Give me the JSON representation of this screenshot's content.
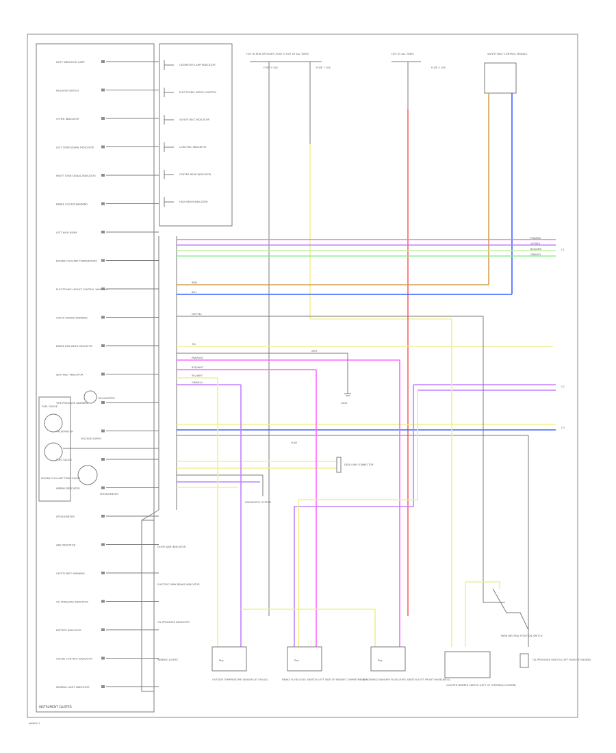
{
  "page": {
    "footer_code": "W6853-1",
    "cluster_label": "INSTRUMENT CLUSTER"
  },
  "cluster_items": [
    "DUTY INDICATOR LAMP",
    "REGISTER SWITCH",
    "OTHER INDICATOR",
    "LEFT TURN SIGNAL INDICATOR",
    "RIGHT TURN SIGNAL INDICATOR",
    "BRAKE SYSTEM WARNING",
    "LEFT HIGH BEAM",
    "ENGINE COOLANT TEMPERATURE",
    "ELECTRONIC HEIGHT CONTROL WARNING",
    "CHECK ENGINE WARNING",
    "BRAKE PAD WEAR INDICATOR",
    "SEAT BELT INDICATOR",
    "TIRE PRESSURE WARNING",
    "TACHOMETER",
    "FUEL GAUGE",
    "AIRBAG INDICATOR",
    "SPEEDOMETER",
    "ABS INDICATOR",
    "SAFETY BELT WARNING",
    "OIL PRESSURE INDICATOR",
    "BATTERY INDICATOR",
    "CRUISE CONTROL INDICATOR",
    "PARKING LIGHT INDICATOR"
  ],
  "gauge_labels": {
    "left_gauge": "FUEL GAUGE",
    "mid_label": "VOLTAGE SUPPLY",
    "lower_label": "ENGINE COOLANT TEMP GAUGE",
    "tach": "TACHOMETER",
    "speedo": "SPEEDOMETER"
  },
  "right_block_items": [
    "ODOMETER LAMP INDICATOR",
    "ELECTRONIC SPEED CONTROL",
    "SAFETY BELT INDICATOR",
    "LOW FUEL INDICATOR",
    "CENTER REAR INDICATOR",
    "HIGH BEAM INDICATOR"
  ],
  "lower_block_items": [
    "DOOR AJAR INDICATOR",
    "ELECTRIC PARK BRAKE INDICATOR",
    "OIL PRESSURE INDICATOR",
    "PARKING LIGHTS"
  ],
  "top_sources": {
    "hot_run": "HOT IN RUN OR START (FUSE 9) HOT AT ALL TIMES",
    "hot_all": "HOT AT ALL TIMES",
    "fuse_a": "FUSE 7 10A",
    "fuse_b": "FUSE 9 10A",
    "fuse_c": "FUSE 3 10A",
    "module": "SAFETY BELT CONTROL MODULE"
  },
  "wire_labels": {
    "pink": "PNK/BLU",
    "violet": "VIO/BLK",
    "lime": "BLK/GRN",
    "green": "GRN/YEL",
    "brown": "BRN",
    "blue": "BLU",
    "gry": "GRY/YEL",
    "yel": "YEL",
    "wht": "WHT",
    "pnk_wht": "PNK/WHT",
    "red_wht": "RED/WHT",
    "yel_wht": "YEL/WHT",
    "grn_blu": "GRN/BLU",
    "ground": "G201",
    "fuse_box": "FUSE"
  },
  "connectors": [
    "C1",
    "C2",
    "C3"
  ],
  "lower_components": {
    "c1": "OUTSIDE TEMPERATURE SENSOR (AT GRILLE)",
    "c2": "BRAKE FLUID LEVEL SWITCH (LEFT SIDE OF ENGINE COMPARTMENT)",
    "c3": "WINDSHIELD WASHER FLUID LEVEL SWITCH (LEFT FRONT WHEELWELL)",
    "c4": "CLUSTER DIMMER SWITCH (LEFT OF STEERING COLUMN)",
    "c5": "PARK NEUTRAL POSITION SWITCH",
    "c6": "OIL PRESSURE SWITCH (LEFT REAR OF ENGINE)",
    "diag": "DIAGNOSTIC SYSTEM",
    "data_link": "DATA LINK CONNECTOR"
  },
  "component_tags": {
    "t1": "Pkg",
    "t2": "Pkg",
    "t3": "Pkg"
  },
  "colors": {
    "pink": "#ff66ff",
    "violet": "#c080ff",
    "lime": "#b8f0a0",
    "green": "#90ee90",
    "brown": "#d4a050",
    "blue": "#4060ff",
    "yellow": "#f0f090",
    "red": "#ff6060",
    "gray": "#8a8a8a"
  }
}
